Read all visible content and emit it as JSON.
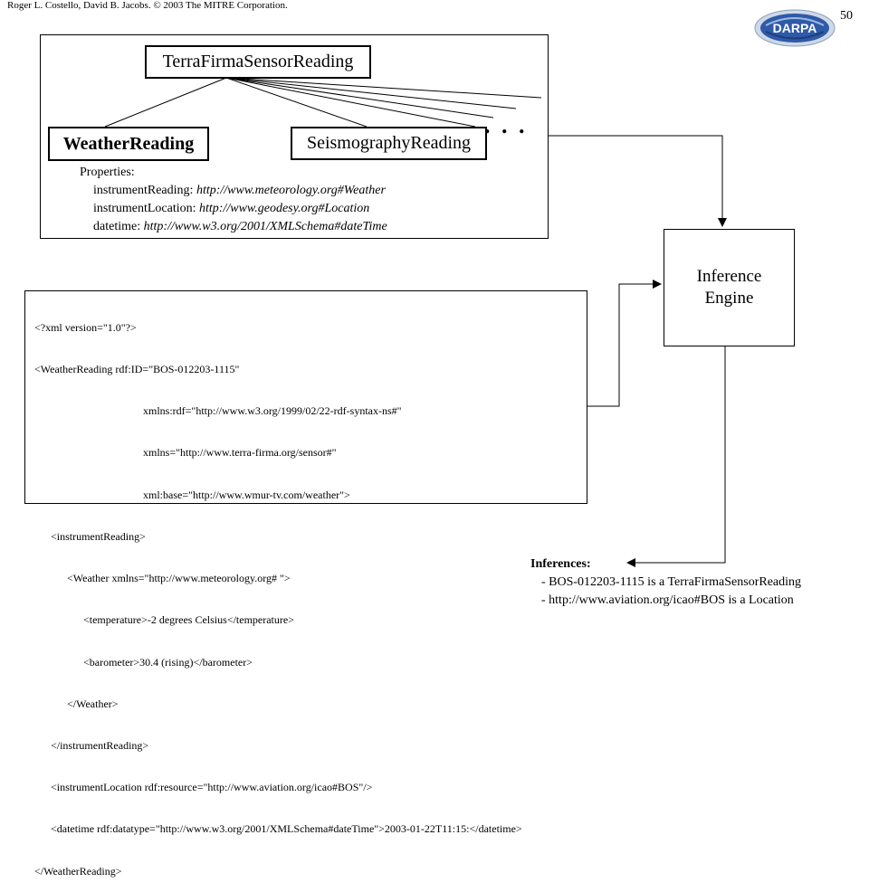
{
  "header": {
    "copyright": "Roger L. Costello, David B. Jacobs. © 2003 The MITRE Corporation.",
    "page_number": "50",
    "logo_text": "DARPA"
  },
  "hierarchy": {
    "root": "TerraFirmaSensorReading",
    "children": [
      "WeatherReading",
      "SeismographyReading"
    ],
    "ellipsis": ". . ."
  },
  "properties": {
    "heading": "Properties:",
    "items": [
      {
        "name": "instrumentReading: ",
        "url": "http://www.meteorology.org#Weather"
      },
      {
        "name": "instrumentLocation: ",
        "url": "http://www.geodesy.org#Location"
      },
      {
        "name": "datetime: ",
        "url": "http://www.w3.org/2001/XMLSchema#dateTime"
      }
    ]
  },
  "inference_engine": {
    "line1": "Inference",
    "line2": "Engine"
  },
  "xml": {
    "lines": [
      "<?xml version=\"1.0\"?>",
      "<WeatherReading rdf:ID=\"BOS-012203-1115\"",
      "                                        xmlns:rdf=\"http://www.w3.org/1999/02/22-rdf-syntax-ns#\"",
      "                                        xmlns=\"http://www.terra-firma.org/sensor#\"",
      "                                        xml:base=\"http://www.wmur-tv.com/weather\">",
      "      <instrumentReading>",
      "            <Weather xmlns=\"http://www.meteorology.org# \">",
      "                  <temperature>-2 degrees Celsius</temperature>",
      "                  <barometer>30.4 (rising)</barometer>",
      "            </Weather>",
      "      </instrumentReading>",
      "      <instrumentLocation rdf:resource=\"http://www.aviation.org/icao#BOS\"/>",
      "      <datetime rdf:datatype=\"http://www.w3.org/2001/XMLSchema#dateTime\">2003-01-22T11:15:</datetime>",
      "</WeatherReading>"
    ]
  },
  "inferences": {
    "heading": "Inferences:",
    "items": [
      "- BOS-012203-1115 is a TerraFirmaSensorReading",
      "- http://www.aviation.org/icao#BOS is a Location"
    ]
  }
}
